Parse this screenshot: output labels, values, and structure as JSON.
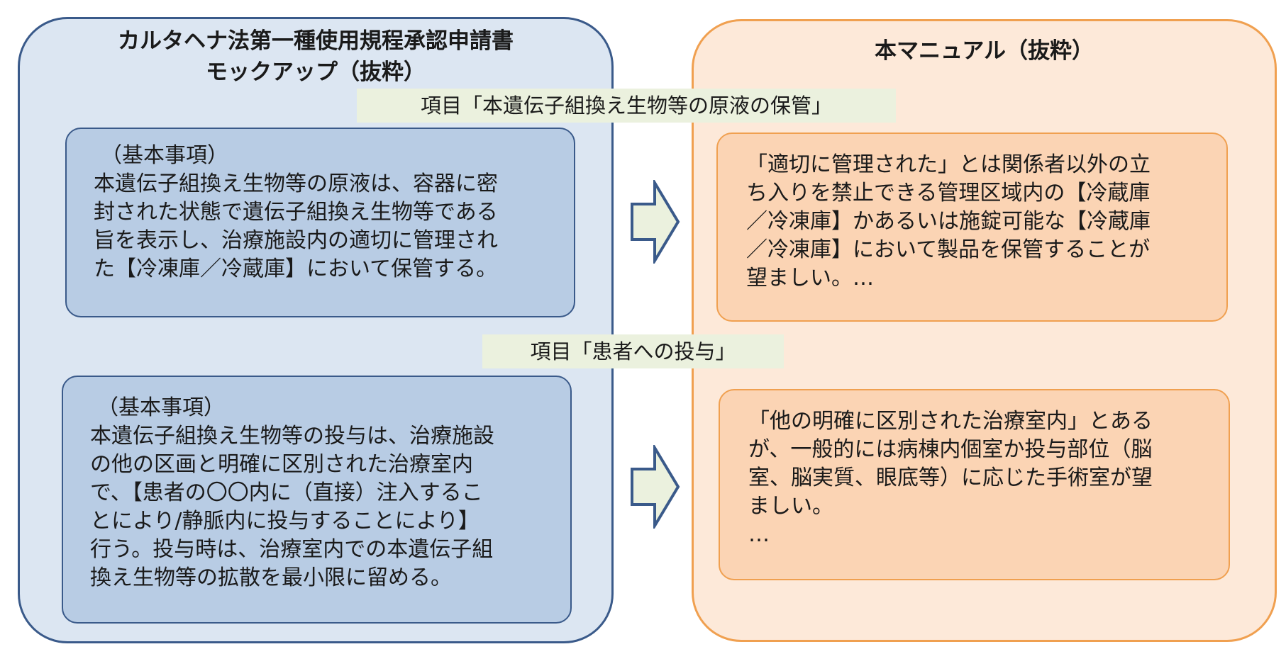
{
  "left_panel": {
    "title_line1": "カルタヘナ法第一種使用規程承認申請書",
    "title_line2": "モックアップ（抜粋）"
  },
  "right_panel": {
    "title": "本マニュアル（抜粋）"
  },
  "items": [
    {
      "label": "項目「本遺伝子組換え生物等の原液の保管」",
      "mockup_lines": [
        "（基本事項）",
        "本遺伝子組換え生物等の原液は、容器に密",
        "封された状態で遺伝子組換え生物等である",
        "旨を表示し、治療施設内の適切に管理され",
        "た【冷凍庫／冷蔵庫】において保管する。"
      ],
      "manual_lines": [
        "「適切に管理された」とは関係者以外の立",
        "ち入りを禁止できる管理区域内の【冷蔵庫",
        "／冷凍庫】かあるいは施錠可能な【冷蔵庫",
        "／冷凍庫】において製品を保管することが",
        "望ましい。…"
      ]
    },
    {
      "label": "項目「患者への投与」",
      "mockup_lines": [
        "（基本事項）",
        "本遺伝子組換え生物等の投与は、治療施設",
        "の他の区画と明確に区別された治療室内",
        "で、【患者の〇〇内に（直接）注入するこ",
        "とにより/静脈内に投与することにより】",
        "行う。投与時は、治療室内での本遺伝子組",
        "換え生物等の拡散を最小限に留める。"
      ],
      "manual_lines": [
        "「他の明確に区別された治療室内」とある",
        "が、一般的には病棟内個室か投与部位（脳",
        "室、脳実質、眼底等）に応じた手術室が望",
        "ましい。",
        "…"
      ]
    }
  ],
  "colors": {
    "left_panel_bg": "#dce6f2",
    "left_panel_border": "#3a5a8a",
    "right_panel_bg": "#fde9d9",
    "right_panel_border": "#f0a050",
    "blue_card_bg": "#b8cce4",
    "orange_card_bg": "#fbd4b4",
    "label_band_bg": "#ebf1de",
    "arrow_fill": "#ebf1de",
    "arrow_stroke": "#3a5a8a"
  }
}
